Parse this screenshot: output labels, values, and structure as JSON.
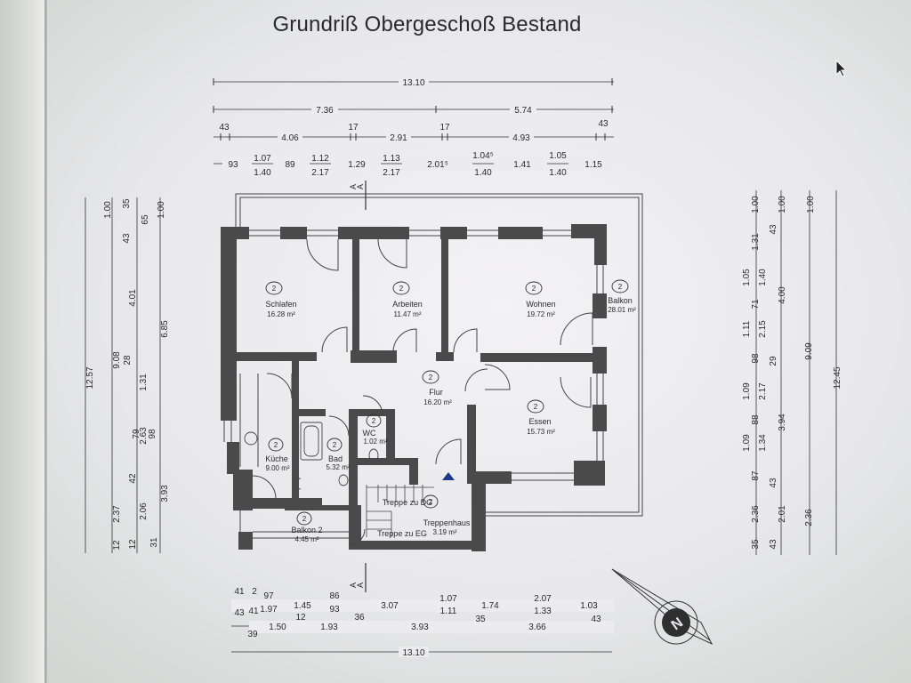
{
  "title": "Grundriß Obergeschoß Bestand",
  "level_marker": "2",
  "rooms": [
    {
      "name": "Schlafen",
      "area": "16.28 m²"
    },
    {
      "name": "Arbeiten",
      "area": "11.47 m²"
    },
    {
      "name": "Wohnen",
      "area": "19.72 m²"
    },
    {
      "name": "Balkon",
      "area": "28.01 m²"
    },
    {
      "name": "Flur",
      "area": "16.20 m²"
    },
    {
      "name": "Essen",
      "area": "15.73 m²"
    },
    {
      "name": "WC",
      "area": "1.02 m²"
    },
    {
      "name": "Küche",
      "area": "9.00 m²"
    },
    {
      "name": "Bad",
      "area": "5.32 m²"
    },
    {
      "name": "Balkon 2",
      "area": "4.45 m²"
    },
    {
      "name": "Treppenhaus",
      "area": "3.19 m²"
    }
  ],
  "stair_labels": [
    "Treppe zu DG",
    "Treppe zu EG"
  ],
  "section_marker": "A",
  "dimensions": {
    "top_total": "13.10",
    "top_row2": [
      "7.36",
      "5.74"
    ],
    "top_row3": [
      "43",
      "4.06",
      "17",
      "2.91",
      "17",
      "4.93",
      "43"
    ],
    "top_row4": [
      "93",
      "1.07",
      "1.40",
      "89",
      "1.12",
      "2.17",
      "1.29",
      "1.13",
      "2.17",
      "2.01⁵",
      "1.04⁵",
      "1.40",
      "1.41",
      "1.05",
      "1.40",
      "1.15"
    ],
    "left_col1": [
      "12.57"
    ],
    "left_col2": [
      "9.08",
      "2.37",
      "12"
    ],
    "left_col3": [
      "1.00",
      "4.01",
      "1.31",
      "28",
      "2.63",
      "42",
      "2.06",
      "12"
    ],
    "left_col4": [
      "35",
      "43",
      "65",
      "79",
      "98",
      "31"
    ],
    "left_col5": [
      "1.00",
      "6.85",
      "3.93"
    ],
    "right_col1": [
      "1.00",
      "1.31",
      "1.05",
      "1.40",
      "71",
      "1.11",
      "2.15",
      "98",
      "1.09",
      "2.17",
      "88",
      "1.09",
      "1.34",
      "87",
      "2.36",
      "35"
    ],
    "right_col2": [
      "1.00",
      "43",
      "4.00",
      "29",
      "3.94",
      "43",
      "2.01",
      "43"
    ],
    "right_col3": [
      "1.00",
      "9.09",
      "2.36"
    ],
    "right_col4": [
      "12.45"
    ],
    "bottom_row1": [
      "41",
      "2",
      "97",
      "1.45",
      "86",
      "3.07",
      "1.07",
      "1.74",
      "2.07",
      "1.03"
    ],
    "bottom_row1b": [
      "43",
      "41",
      "1.97",
      "93",
      "1.11",
      "1.33"
    ],
    "bottom_row2": [
      "39",
      "1.50",
      "12",
      "1.93",
      "36",
      "3.93",
      "35",
      "3.66",
      "43"
    ],
    "bottom_total": "13.10"
  },
  "north_arrow_label": "N",
  "colors": {
    "wall": "#4a4a4a",
    "line": "#333333",
    "stair_symbol": "#1f3a8a",
    "background": "#ecebee"
  }
}
